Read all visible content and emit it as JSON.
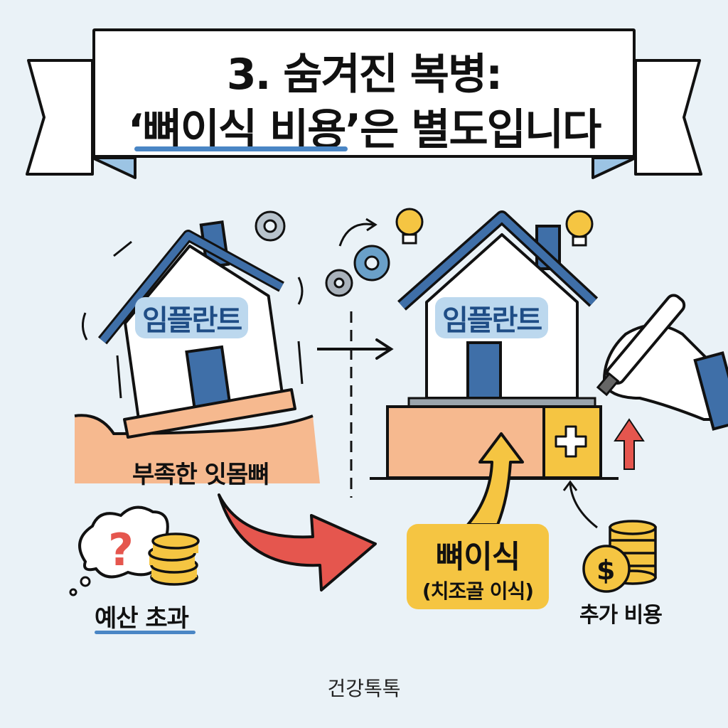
{
  "title": {
    "line1": "3. 숨겨진 복병:",
    "line2": "‘뼈이식 비용’은 별도입니다"
  },
  "left_panel": {
    "house_label": "임플란트",
    "ground_label": "부족한 잇몸뼈",
    "budget_label": "예산 초과",
    "icons": [
      "shaking-house-icon",
      "gear-icon",
      "question-cloud-icon",
      "coin-stack-icon",
      "red-curved-arrow-icon"
    ]
  },
  "right_panel": {
    "house_label": "임플란트",
    "bone_graft_label": "뼈이식",
    "bone_graft_sublabel": "(치조골 이식)",
    "extra_cost_label": "추가 비용",
    "icons": [
      "stable-house-icon",
      "gear-icon",
      "lightbulb-icon",
      "hand-with-pen-icon",
      "plus-icon",
      "up-arrow-icon",
      "dollar-coin-stack-icon"
    ]
  },
  "footer": {
    "brand": "건강톡톡"
  },
  "colors": {
    "background": "#eaf2f7",
    "roof_blue": "#3f6fa8",
    "label_bg": "#bcd8ee",
    "label_text": "#1f4d86",
    "ground_peach": "#f6b98f",
    "graft_yellow": "#f5c542",
    "accent_red": "#e5564e",
    "underline_blue": "#4a86c5"
  }
}
